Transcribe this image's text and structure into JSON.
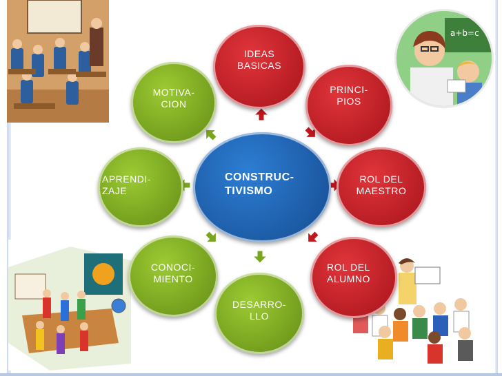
{
  "diagram": {
    "center": {
      "label": "CONSTRUC-\nTIVISMO",
      "color": "#1c5aa8"
    },
    "nodes": [
      {
        "id": "ideas-basicas",
        "label": "IDEAS\nBASICAS",
        "color": "#c0171d"
      },
      {
        "id": "principios",
        "label": "PRINCI-\nPIOS",
        "color": "#c0171d"
      },
      {
        "id": "rol-del-maestro",
        "label": "ROL DEL\nMAESTRO",
        "color": "#c0171d"
      },
      {
        "id": "rol-del-alumno",
        "label": "ROL DEL\nALUMNO",
        "color": "#c0171d"
      },
      {
        "id": "desarrollo",
        "label": "DESARRO-\nLLO",
        "color": "#7aa51e"
      },
      {
        "id": "conocimiento",
        "label": "CONOCI-\nMIENTO",
        "color": "#7aa51e"
      },
      {
        "id": "aprendizaje",
        "label": "APRENDI-\nZAJE",
        "color": "#7aa51e"
      },
      {
        "id": "motivacion",
        "label": "MOTIVA-\nCION",
        "color": "#7aa51e"
      }
    ]
  },
  "illustrations": {
    "top_left": "classroom-teacher-pointing-illustration",
    "top_right": "teacher-and-student-illustration",
    "bottom_left": "children-globe-classroom-illustration",
    "bottom_right": "teacher-reading-children-illustration"
  }
}
